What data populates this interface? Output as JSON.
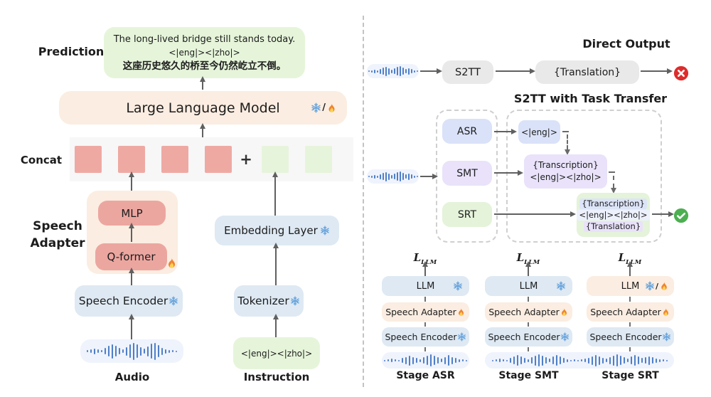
{
  "left": {
    "prediction_label": "Prediction",
    "prediction": {
      "english": "The long-lived bridge still stands today.",
      "tokens": "<|eng|><|zho|>",
      "chinese": "这座历史悠久的桥至今仍然屹立不倒。"
    },
    "llm": "Large Language Model",
    "concat": "Concat",
    "plus": "+",
    "speech_adapter": "Speech Adapter",
    "mlp": "MLP",
    "qformer": "Q-former",
    "embedding_layer": "Embedding Layer",
    "speech_encoder": "Speech Encoder",
    "tokenizer": "Tokenizer",
    "audio": "Audio",
    "instruction": "Instruction",
    "instruction_tokens": "<|eng|><|zho|>"
  },
  "right": {
    "direct_output": "Direct Output",
    "s2tt": "S2TT",
    "translation": "{Translation}",
    "task_transfer": "S2TT with Task Transfer",
    "asr": "ASR",
    "smt": "SMT",
    "srt": "SRT",
    "eng_token": "<|eng|>",
    "smt_out_line1": "{Transcription}",
    "smt_out_line2": "<|eng|><|zho|>",
    "srt_out_line1": "{Transcription}",
    "srt_out_line2": "<|eng|><|zho|>",
    "srt_out_line3": "{Translation}",
    "loss_main": "L",
    "loss_sub": "LLM",
    "slash": "/",
    "stages": [
      {
        "llm": "LLM",
        "adapter": "Speech Adapter",
        "encoder": "Speech Encoder",
        "label": "Stage ASR"
      },
      {
        "llm": "LLM",
        "adapter": "Speech Adapter",
        "encoder": "Speech Encoder",
        "label": "Stage SMT"
      },
      {
        "llm": "LLM",
        "adapter": "Speech Adapter",
        "encoder": "Speech Encoder",
        "label": "Stage SRT"
      }
    ]
  },
  "icons": {
    "snowflake": "❄",
    "fire": "🔥",
    "cross": "✕",
    "check": "✓"
  },
  "colors": {
    "peach": "#FBEDE1",
    "pink": "#ECA6A0",
    "red_square": "#EFA9A3",
    "green": "#E6F5DA",
    "light_blue": "#DEE9F3",
    "pale_blue_pill": "#EFF3FC",
    "periwinkle": "#D9E2F8",
    "lavender": "#E9E2FA",
    "gray_box": "#E9E9E9",
    "concat_strip": "#F7F7F7",
    "wave_bar": "#4E7FC7",
    "cross_red": "#DD2C2C",
    "check_green": "#4CAF50"
  },
  "waveforms": {
    "audio": [
      3,
      5,
      8,
      5,
      3,
      9,
      15,
      20,
      15,
      9,
      5,
      12,
      19,
      24,
      19,
      12,
      7,
      14,
      21,
      24,
      17,
      10,
      6,
      4,
      3,
      2
    ],
    "small": [
      2,
      3,
      5,
      3,
      7,
      10,
      13,
      9,
      5,
      8,
      12,
      14,
      10,
      6,
      9,
      6,
      3,
      2
    ],
    "stage_asr": [
      2,
      3,
      5,
      3,
      2,
      7,
      10,
      14,
      10,
      7,
      4,
      9,
      13,
      17,
      13,
      9,
      5,
      10,
      15,
      10,
      7,
      4,
      3,
      2
    ],
    "stage_long": [
      2,
      3,
      5,
      3,
      2,
      7,
      11,
      15,
      11,
      7,
      4,
      9,
      14,
      17,
      14,
      9,
      5,
      11,
      15,
      11,
      7,
      4,
      2,
      3,
      2,
      3,
      5,
      8,
      12,
      16,
      12,
      8,
      5,
      10,
      14,
      17,
      13,
      9,
      5,
      11,
      15,
      11,
      7,
      9,
      12,
      9,
      6,
      4,
      3,
      2
    ]
  }
}
